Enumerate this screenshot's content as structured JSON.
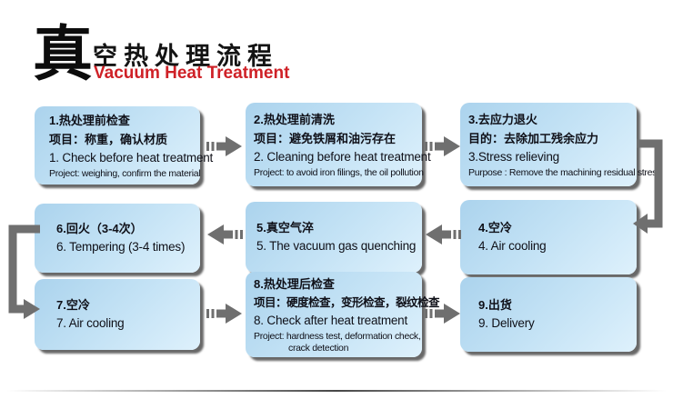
{
  "header": {
    "big_char": "真",
    "title_cn": "空热处理流程",
    "subtitle_en": "Vacuum Heat Treatment"
  },
  "colors": {
    "box_gradient_start": "#abd3ed",
    "box_gradient_end": "#def1fc",
    "box_shadow_gray": "#3e3e3e",
    "arrow_gray": "#6f6f6f",
    "title_red": "#cf2127",
    "text_dark": "#0f1018"
  },
  "icons": {
    "step_arrow_right": "fast-forward-right-arrow",
    "step_arrow_left": "fast-forward-left-arrow",
    "connector_right": "elbow-down-left-arrow",
    "connector_left": "elbow-down-right-arrow"
  },
  "boxes": {
    "b1": {
      "lines": [
        "1.热处理前检查",
        "项目：称重，确认材质",
        "1. Check before heat treatment",
        "Project: weighing, confirm the material"
      ]
    },
    "b2": {
      "lines": [
        "2.热处理前清洗",
        "项目：避免铁屑和油污存在",
        "2. Cleaning before heat treatment",
        "Project: to avoid iron filings, the oil pollution"
      ]
    },
    "b3": {
      "lines": [
        "3.去应力退火",
        "目的：去除加工残余应力",
        "3.Stress relieving",
        "Purpose : Remove the machining residual stress"
      ]
    },
    "b4": {
      "lines": [
        "4.空冷",
        "4. Air cooling"
      ]
    },
    "b5": {
      "lines": [
        "5.真空气淬",
        "5. The vacuum gas quenching"
      ]
    },
    "b6": {
      "lines": [
        "6.回火（3-4次）",
        "6. Tempering (3-4 times)"
      ]
    },
    "b7": {
      "lines": [
        "7.空冷",
        "7. Air cooling"
      ]
    },
    "b8": {
      "lines": [
        "8.热处理后检查",
        "项目：硬度检查，变形检查，裂纹检查",
        "8. Check after heat treatment",
        "Project: hardness test, deformation check,",
        "crack detection"
      ]
    },
    "b9": {
      "lines": [
        "9.出货",
        "9. Delivery"
      ]
    }
  }
}
